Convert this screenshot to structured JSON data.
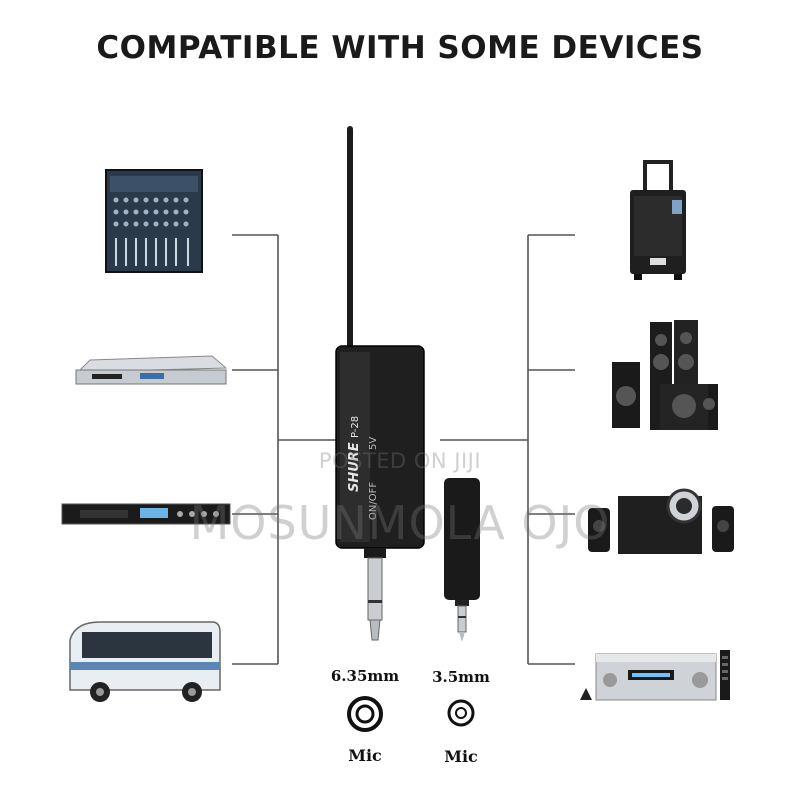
{
  "title": "COMPATIBLE WITH SOME DEVICES",
  "receiver": {
    "brand": "SHURE",
    "model": "P-28",
    "label_power": "5V",
    "label_switch": "ON/OFF"
  },
  "connectors": [
    {
      "size": "6.35mm",
      "kind": "Mic"
    },
    {
      "size": "3.5mm",
      "kind": "Mic"
    }
  ],
  "watermark": {
    "line1": "POSTED ON JIJI",
    "line2": "MOSUNMOLA OJO"
  },
  "devices_left": [
    "audio-mixer",
    "dvd-player",
    "rack-processor",
    "tour-bus"
  ],
  "devices_right": [
    "trolley-speaker",
    "tower-speakers",
    "desktop-speaker-set",
    "av-receiver"
  ]
}
